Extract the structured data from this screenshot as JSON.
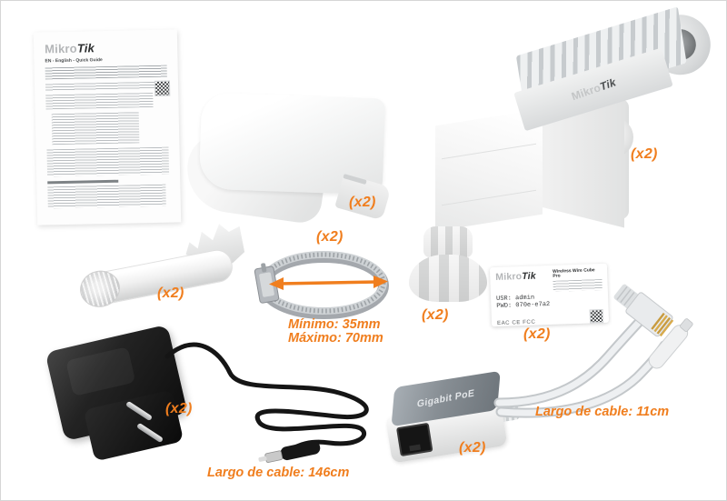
{
  "colors": {
    "annotation_orange": "#f07e1e"
  },
  "brand": {
    "mikro": "Mikro",
    "tik": "Tik"
  },
  "manual": {
    "subtitle": "EN - English - Quick Guide"
  },
  "device_label": {
    "product": "Wireless Wire Cube Pro",
    "usr": "USR: admin",
    "pwd": "PWD: 070e-e7a2",
    "certs": "EAC CE FCC"
  },
  "poe_injector": {
    "label": "Gigabit PoE"
  },
  "annotations": {
    "qty": "(x2)",
    "clamp_min": "Mínimo: 35mm",
    "clamp_max": "Máximo: 70mm",
    "adapter_cable": "Largo de cable: 146cm",
    "poe_cable": "Largo de cable: 11cm"
  }
}
